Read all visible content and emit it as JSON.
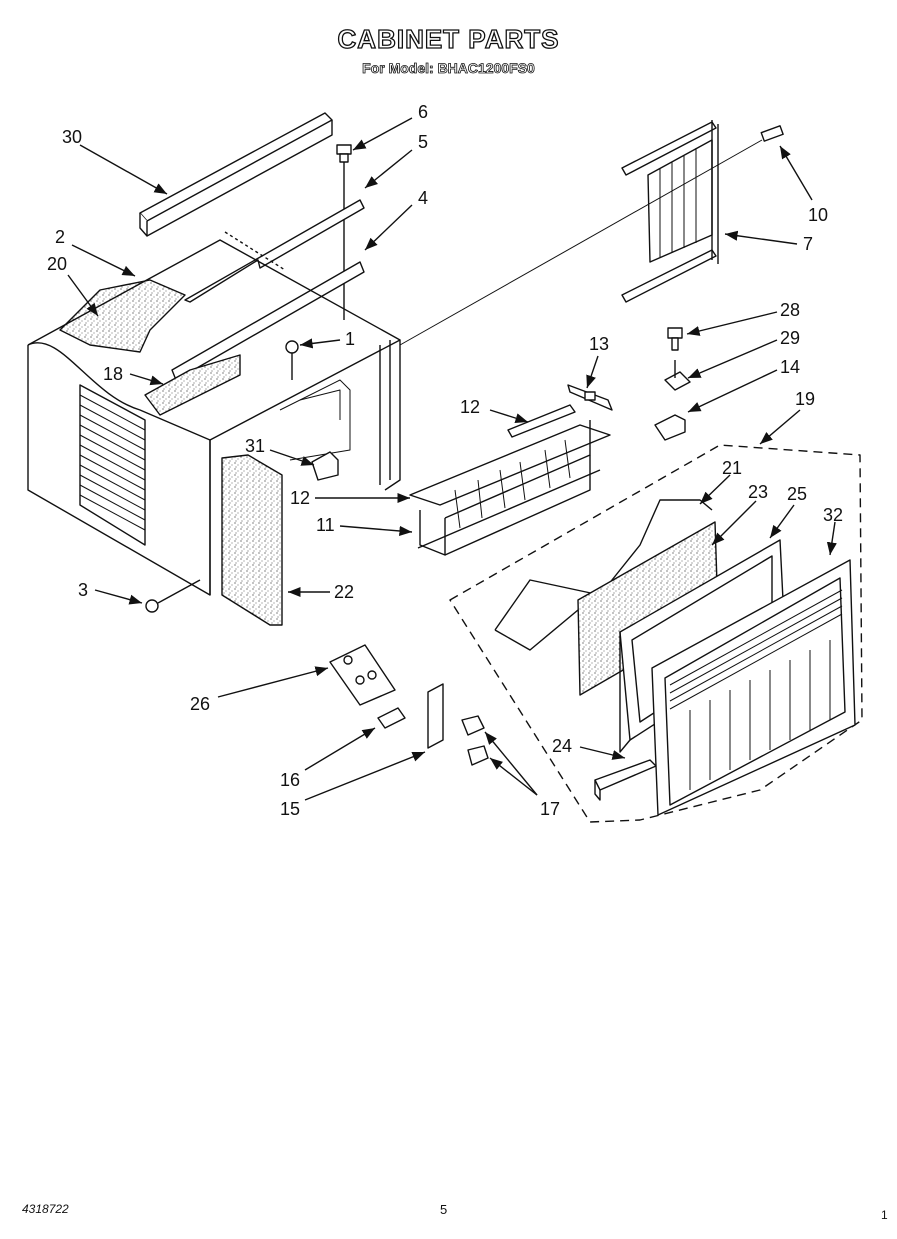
{
  "header": {
    "title": "CABINET PARTS",
    "subtitle": "For Model: BHAC1200FS0"
  },
  "callouts": [
    {
      "id": "30",
      "text": "30"
    },
    {
      "id": "6",
      "text": "6"
    },
    {
      "id": "5",
      "text": "5"
    },
    {
      "id": "4",
      "text": "4"
    },
    {
      "id": "2",
      "text": "2"
    },
    {
      "id": "20",
      "text": "20"
    },
    {
      "id": "1",
      "text": "1"
    },
    {
      "id": "18",
      "text": "18"
    },
    {
      "id": "10",
      "text": "10"
    },
    {
      "id": "7",
      "text": "7"
    },
    {
      "id": "28",
      "text": "28"
    },
    {
      "id": "29",
      "text": "29"
    },
    {
      "id": "13",
      "text": "13"
    },
    {
      "id": "14",
      "text": "14"
    },
    {
      "id": "12a",
      "text": "12"
    },
    {
      "id": "19",
      "text": "19"
    },
    {
      "id": "31",
      "text": "31"
    },
    {
      "id": "12b",
      "text": "12"
    },
    {
      "id": "11",
      "text": "11"
    },
    {
      "id": "21",
      "text": "21"
    },
    {
      "id": "23",
      "text": "23"
    },
    {
      "id": "25",
      "text": "25"
    },
    {
      "id": "32",
      "text": "32"
    },
    {
      "id": "3",
      "text": "3"
    },
    {
      "id": "22",
      "text": "22"
    },
    {
      "id": "26",
      "text": "26"
    },
    {
      "id": "24",
      "text": "24"
    },
    {
      "id": "16",
      "text": "16"
    },
    {
      "id": "15",
      "text": "15"
    },
    {
      "id": "17",
      "text": "17"
    }
  ],
  "footer": {
    "doc_number": "4318722",
    "page_number": "5",
    "corner_mark": "1"
  }
}
